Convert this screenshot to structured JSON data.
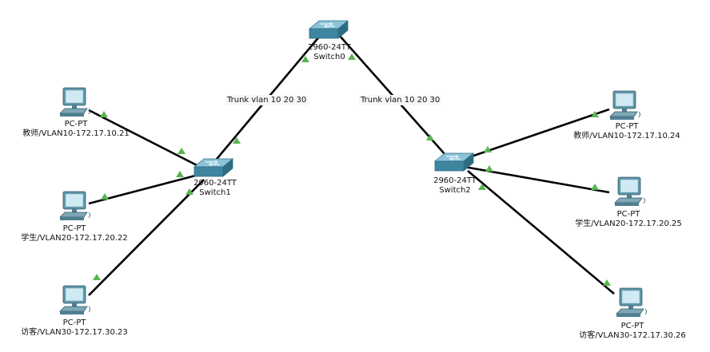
{
  "colors": {
    "link": "#000000",
    "port_up": "#5cb85c",
    "switch_top": "#7fb8cc",
    "switch_side": "#3b7f96",
    "pc_screen": "#bde3ef",
    "pc_body": "#5e8fa2"
  },
  "devices": {
    "switch0": {
      "model": "2960-24TT",
      "name": "Switch0"
    },
    "switch1": {
      "model": "2960-24TT",
      "name": "Switch1"
    },
    "switch2": {
      "model": "2960-24TT",
      "name": "Switch2"
    },
    "pc1": {
      "type": "PC-PT",
      "label": "教师/VLAN10-172.17.10.21"
    },
    "pc2": {
      "type": "PC-PT",
      "label": "学生/VLAN20-172.17.20.22"
    },
    "pc3": {
      "type": "PC-PT",
      "label": "访客/VLAN30-172.17.30.23"
    },
    "pc4": {
      "type": "PC-PT",
      "label": "教师/VLAN10-172.17.10.24"
    },
    "pc5": {
      "type": "PC-PT",
      "label": "学生/VLAN20-172.17.20.25"
    },
    "pc6": {
      "type": "PC-PT",
      "label": "访客/VLAN30-172.17.30.26"
    }
  },
  "links": {
    "sw0_sw1": "Trunk vlan 10 20 30",
    "sw0_sw2": "Trunk vlan 10 20 30"
  }
}
